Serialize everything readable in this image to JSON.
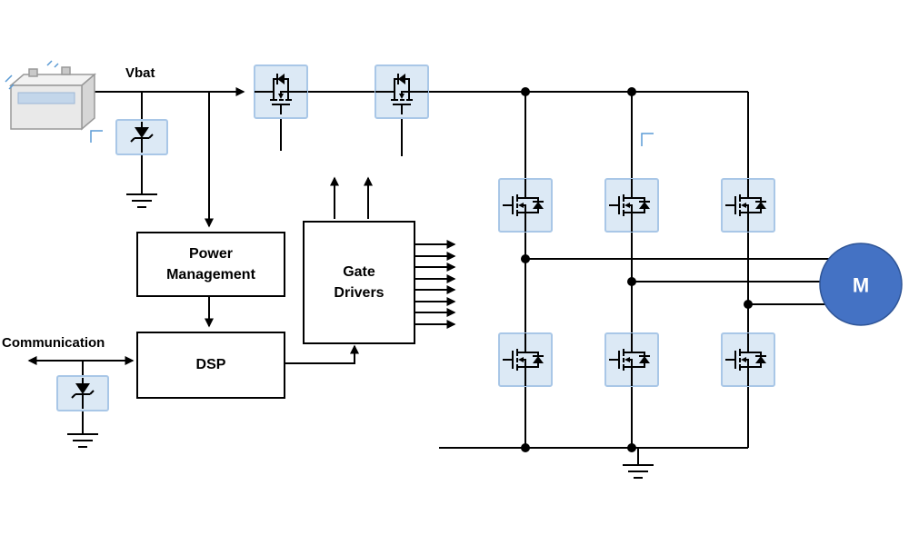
{
  "diagram": {
    "vbat_label": "Vbat",
    "communication_label": "Communication",
    "power_management_label": "Power Management",
    "dsp_label": "DSP",
    "gate_drivers_label": "Gate Drivers",
    "motor_label": "M"
  },
  "icons": {
    "battery": "battery-icon",
    "mosfet": "mosfet-icon",
    "tvs_diode": "tvs-diode-icon",
    "ground": "ground-icon",
    "junction": "junction-dot",
    "motor": "motor-circle"
  },
  "colors": {
    "component_fill": "#dce9f5",
    "component_border": "#a9c7e7",
    "motor_blue": "#4472c4",
    "motor_edge": "#2f5597",
    "accent_blue": "#5b9bd5",
    "wire": "#000000"
  }
}
